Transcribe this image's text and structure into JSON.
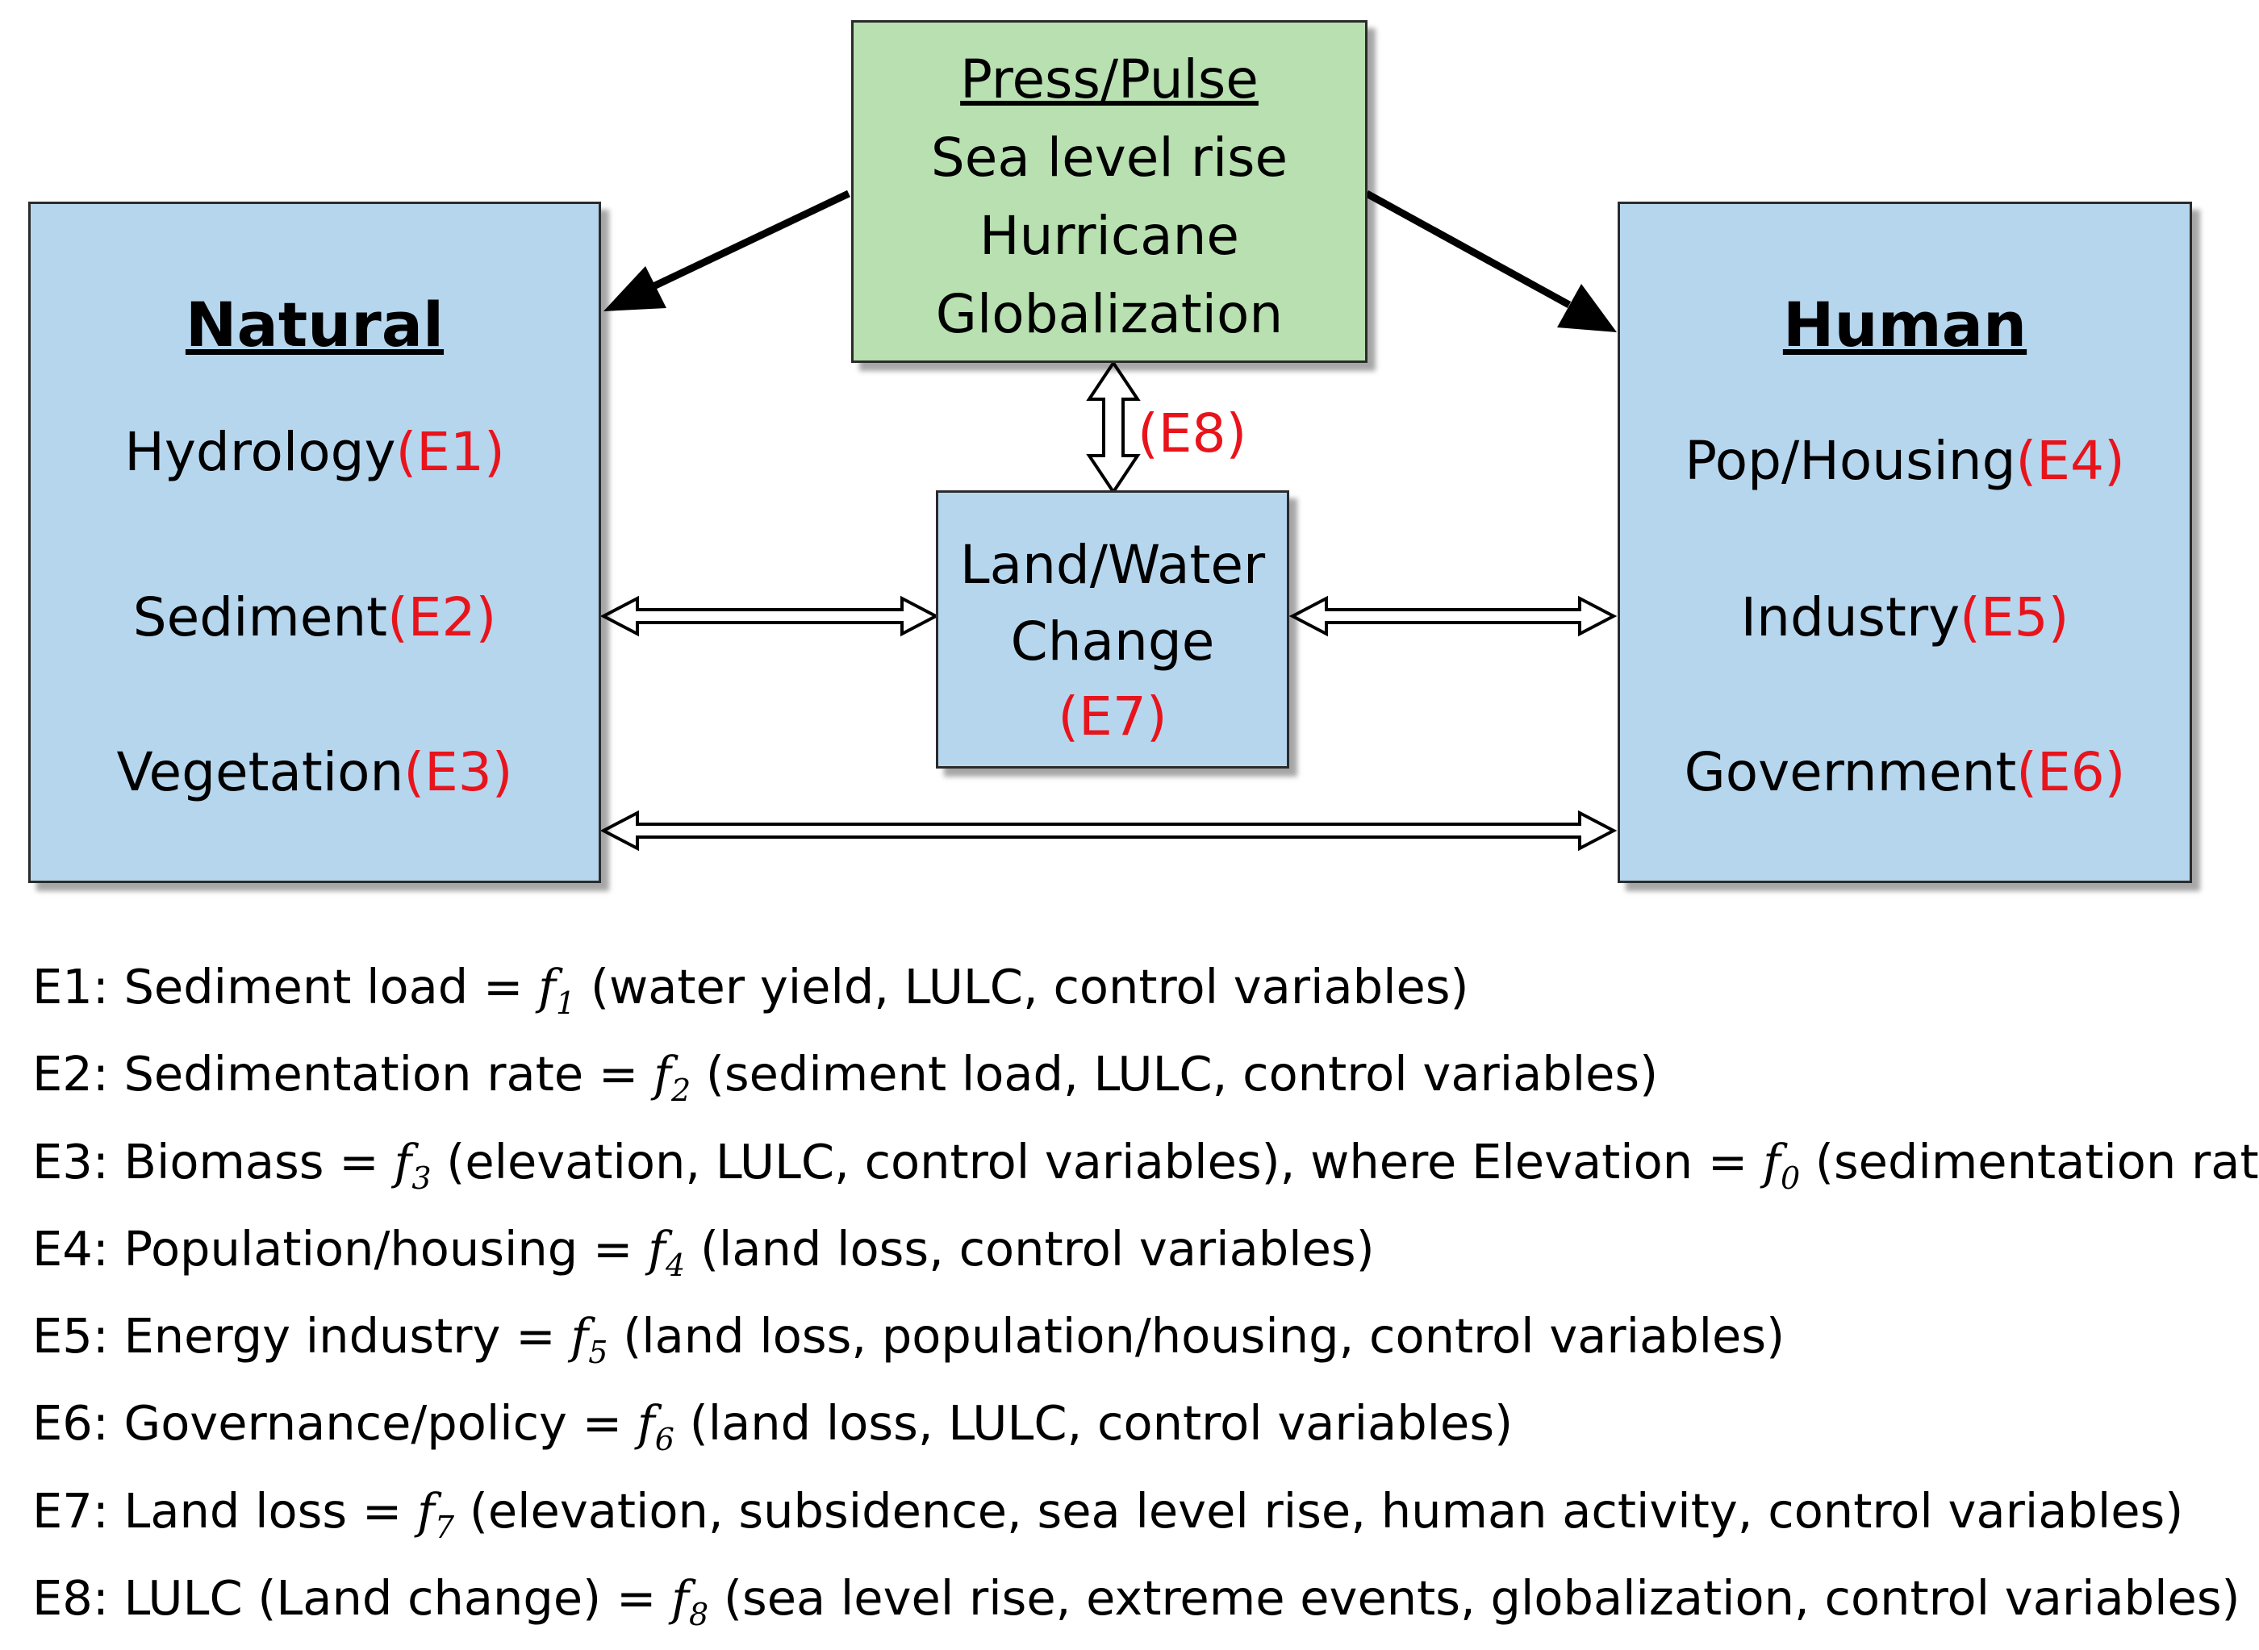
{
  "press_box": {
    "title": "Press/Pulse",
    "lines": [
      "Sea level rise",
      "Hurricane",
      "Globalization"
    ]
  },
  "natural_box": {
    "title": "Natural",
    "items": [
      {
        "label": "Hydrology",
        "code": "(E1)"
      },
      {
        "label": "Sediment",
        "code": "(E2)"
      },
      {
        "label": "Vegetation",
        "code": "(E3)"
      }
    ]
  },
  "human_box": {
    "title": "Human",
    "items": [
      {
        "label": "Pop/Housing",
        "code": "(E4)"
      },
      {
        "label": "Industry",
        "code": "(E5)"
      },
      {
        "label": "Government",
        "code": "(E6)"
      }
    ]
  },
  "land_box": {
    "lines": [
      "Land/Water",
      "Change"
    ],
    "code": "(E7)"
  },
  "e8_label": "(E8)",
  "equations": [
    {
      "id": "E1:",
      "lhs": "Sediment load =",
      "f": "f",
      "sub": "1",
      "rhs": "(water yield, LULC, control variables)"
    },
    {
      "id": "E2:",
      "lhs": "Sedimentation rate =",
      "f": "f",
      "sub": "2",
      "rhs": "(sediment load, LULC, control variables)"
    },
    {
      "id": "E3:",
      "lhs": "Biomass =",
      "f": "f",
      "sub": "3",
      "rhs": "(elevation, LULC, control variables), where Elevation =",
      "f2": "f",
      "sub2": "0",
      "rhs2": "(sedimentation rate)"
    },
    {
      "id": "E4:",
      "lhs": "Population/housing =",
      "f": "f",
      "sub": "4",
      "rhs": "(land loss, control variables)"
    },
    {
      "id": "E5:",
      "lhs": "Energy industry =",
      "f": "f",
      "sub": "5",
      "rhs": "(land loss, population/housing, control variables)"
    },
    {
      "id": "E6:",
      "lhs": "Governance/policy =",
      "f": "f",
      "sub": "6",
      "rhs": "(land loss, LULC, control variables)"
    },
    {
      "id": "E7:",
      "lhs": "Land loss =",
      "f": "f",
      "sub": "7",
      "rhs": "(elevation, subsidence, sea level rise, human activity, control variables)"
    },
    {
      "id": "E8:",
      "lhs": "LULC (Land change) =",
      "f": "f",
      "sub": "8",
      "rhs": "(sea level rise, extreme events, globalization, control variables)"
    }
  ],
  "colors": {
    "box_blue": "#b6d6ee",
    "box_green": "#b8e0b0",
    "code_red": "#e8141c",
    "cycle_arrow_gray": "#c9c9c9"
  }
}
